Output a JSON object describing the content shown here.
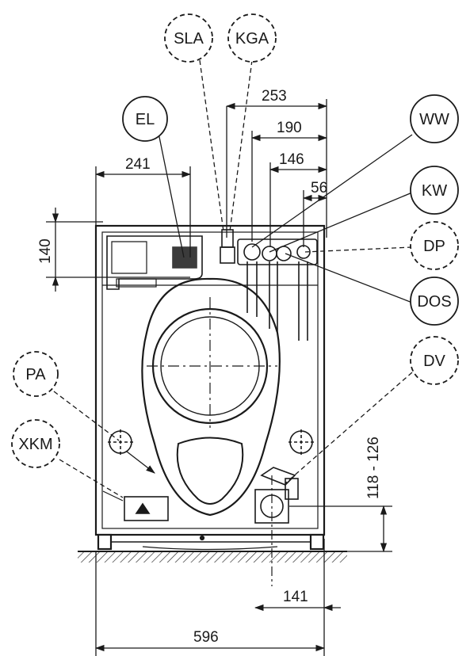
{
  "dimensions": {
    "width_total": "596",
    "d_253": "253",
    "d_190": "190",
    "d_146": "146",
    "d_56": "56",
    "d_241": "241",
    "d_140": "140",
    "d_118_126": "118 - 126",
    "d_141": "141"
  },
  "callouts": {
    "sla": "SLA",
    "kga": "KGA",
    "el": "EL",
    "ww": "WW",
    "kw": "KW",
    "dp": "DP",
    "dos": "DOS",
    "dv": "DV",
    "pa": "PA",
    "xkm": "XKM"
  }
}
